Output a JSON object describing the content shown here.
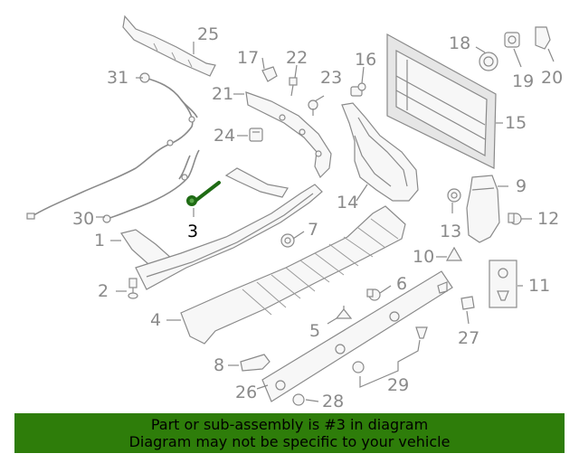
{
  "callouts": {
    "c1": "1",
    "c2": "2",
    "c3": "3",
    "c4": "4",
    "c5": "5",
    "c6": "6",
    "c7": "7",
    "c8": "8",
    "c9": "9",
    "c10": "10",
    "c11": "11",
    "c12": "12",
    "c13": "13",
    "c14": "14",
    "c15": "15",
    "c16": "16",
    "c17": "17",
    "c18": "18",
    "c19": "19",
    "c20": "20",
    "c21": "21",
    "c22": "22",
    "c23": "23",
    "c24": "24",
    "c25": "25",
    "c26": "26",
    "c27": "27",
    "c28": "28",
    "c29": "29",
    "c30": "30",
    "c31": "31"
  },
  "highlight_part": "3",
  "colors": {
    "banner": "#2e7d0a",
    "highlight_bolt": "#1f6b14",
    "outline": "#8a8a8a"
  },
  "banner": {
    "line1": "Part or sub-assembly is #3 in diagram",
    "line2": "Diagram may not be specific to your vehicle"
  }
}
